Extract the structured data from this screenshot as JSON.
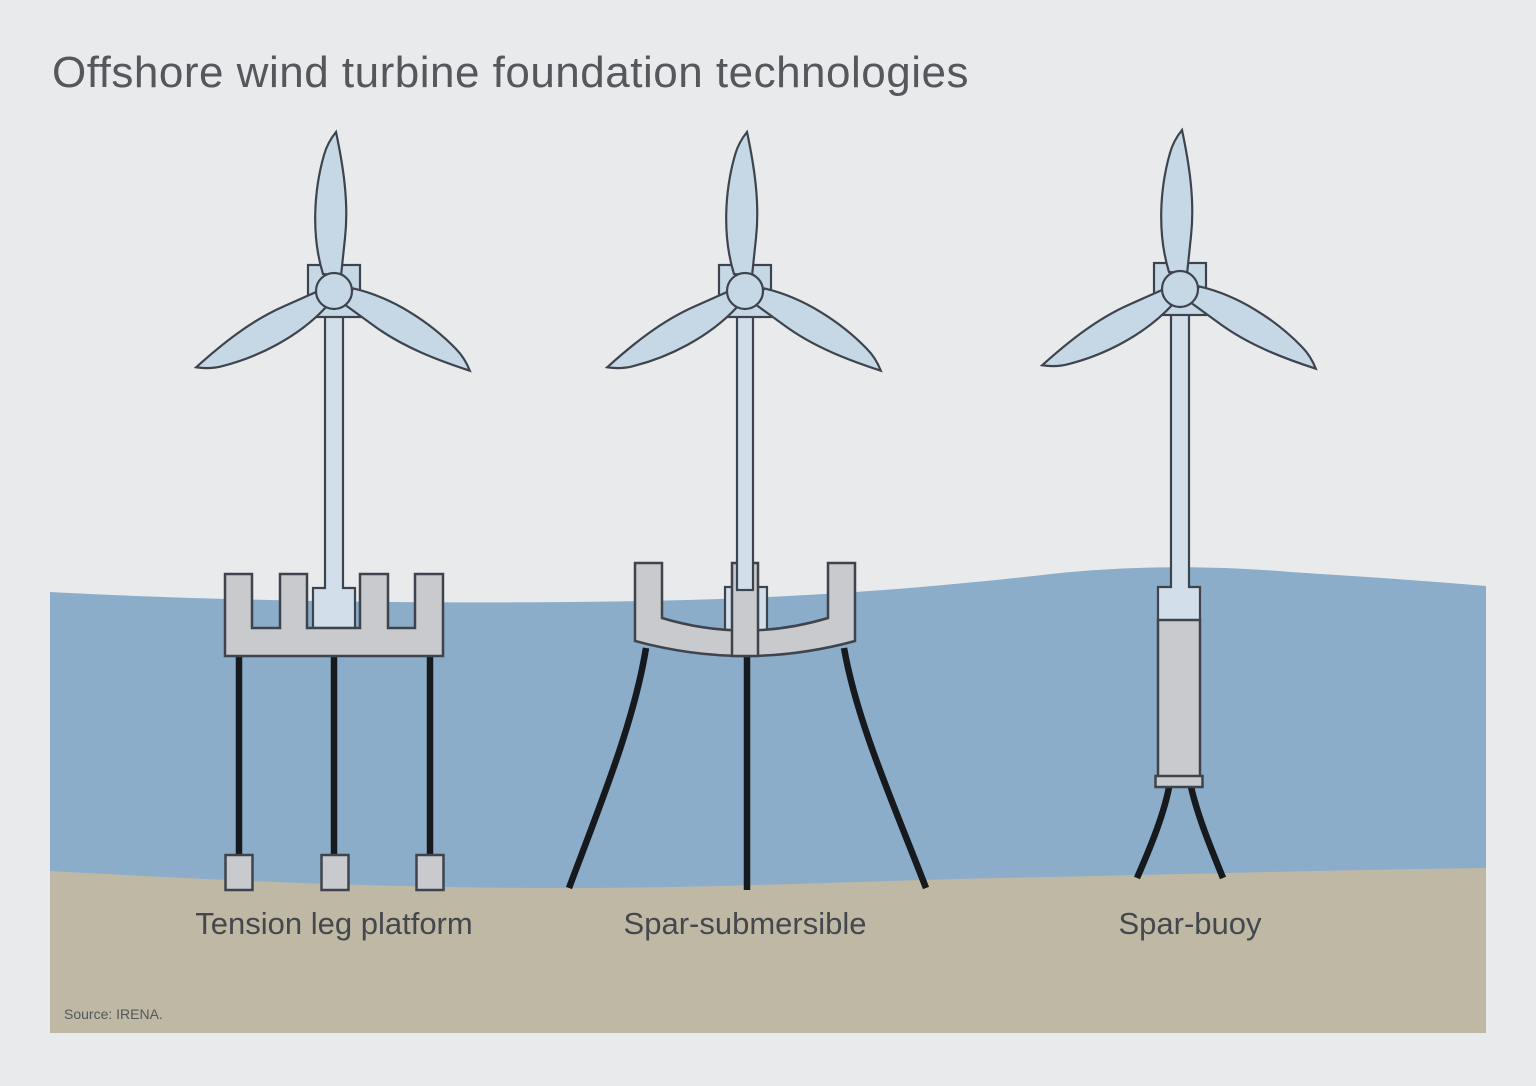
{
  "title": "Offshore wind turbine foundation technologies",
  "source": "Source: IRENA.",
  "foundations": [
    {
      "label": "Tension leg platform"
    },
    {
      "label": "Spar-submersible"
    },
    {
      "label": "Spar-buoy"
    }
  ],
  "colors": {
    "background": "#e9eaec",
    "water": "#8badc9",
    "seabed": "#bfb8a4",
    "turbine_blue": "#c6d7e6",
    "tower_blue": "#d2dfea",
    "structure_gray": "#c8cacd",
    "outline": "#3e444d",
    "mooring_black": "#16191d",
    "title_text": "#54575c",
    "label_text": "#44484d"
  }
}
